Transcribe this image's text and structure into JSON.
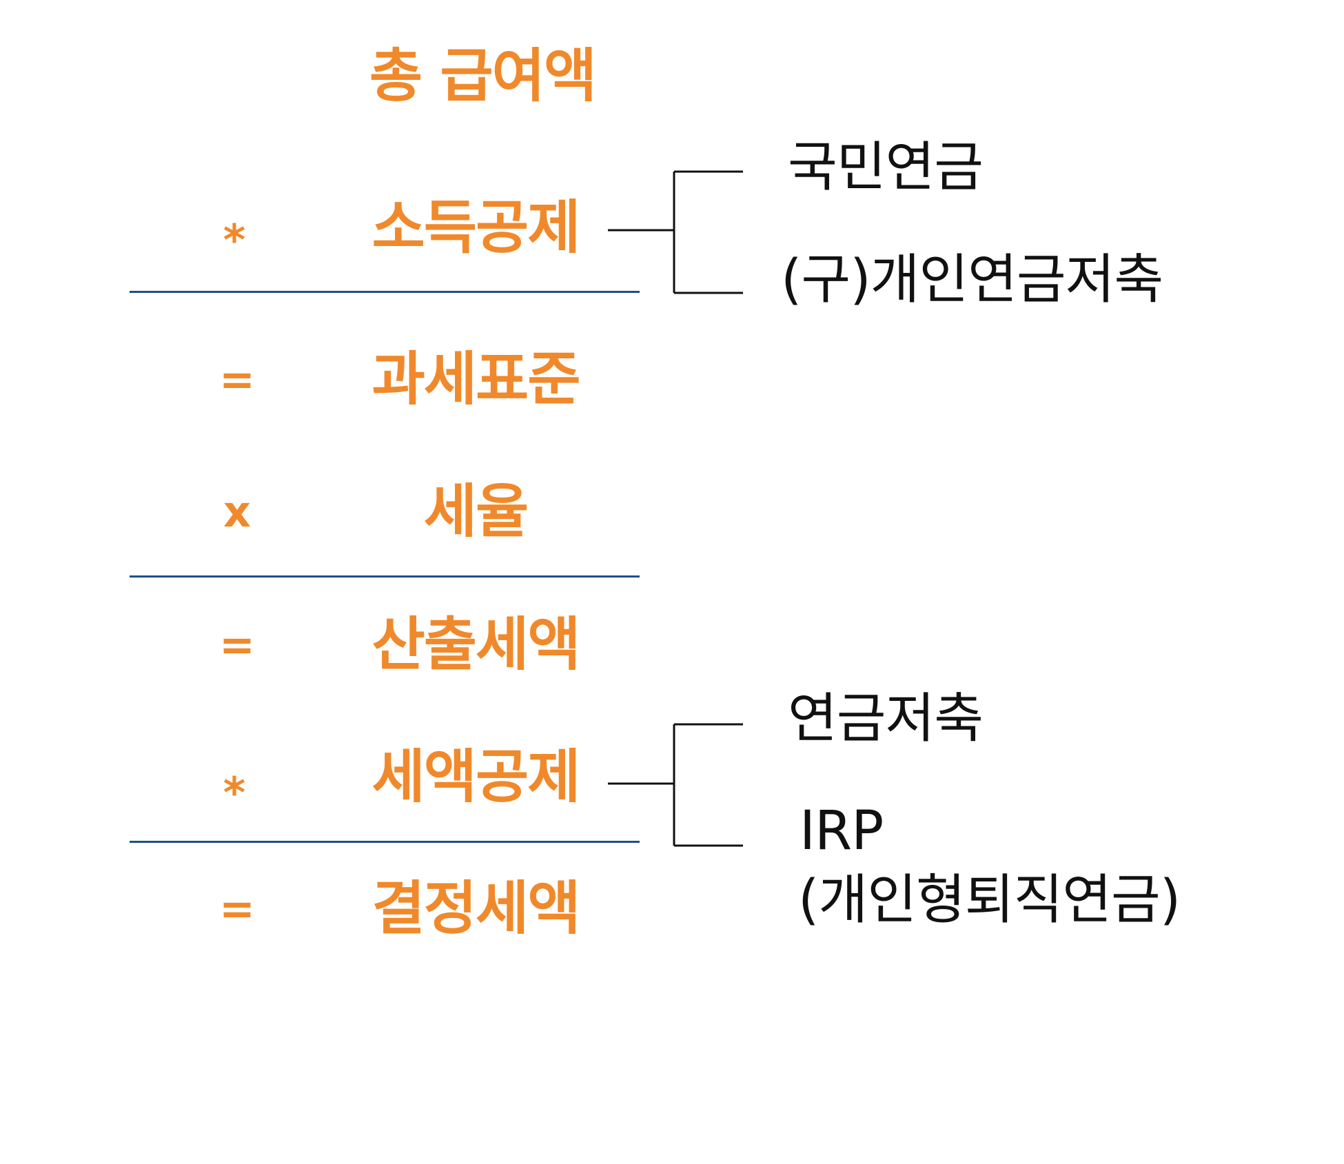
{
  "steps": {
    "gross_pay": {
      "label": "총 급여액",
      "operator": ""
    },
    "income_deduction": {
      "label": "소득공제",
      "operator": "*"
    },
    "tax_base": {
      "label": "과세표준",
      "operator": "="
    },
    "tax_rate": {
      "label": "세율",
      "operator": "x"
    },
    "calculated_tax": {
      "label": "산출세액",
      "operator": "="
    },
    "tax_credit": {
      "label": "세액공제",
      "operator": "*"
    },
    "determined_tax": {
      "label": "결정세액",
      "operator": "="
    }
  },
  "income_deduction_items": {
    "item_1": "국민연금",
    "item_2": "(구)개인연금저축"
  },
  "tax_credit_items": {
    "item_1": "연금저축",
    "item_2_line_1": "IRP",
    "item_2_line_2": "(개인형퇴직연금)"
  },
  "colors": {
    "accent": "#f0892b",
    "rule": "#1f4e8c",
    "text": "#111111"
  }
}
